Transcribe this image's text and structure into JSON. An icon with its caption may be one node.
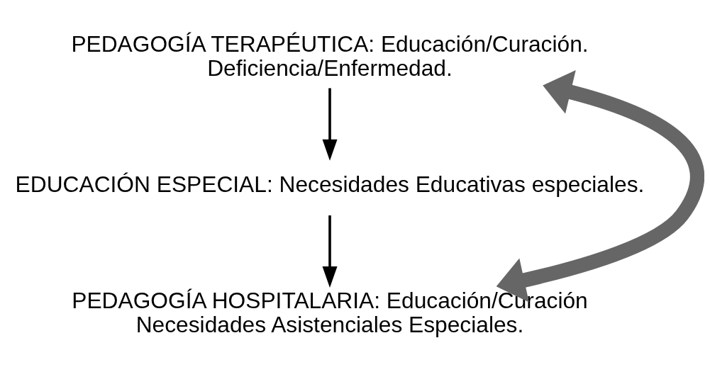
{
  "diagram": {
    "nodes": [
      {
        "text": [
          "PEDAGOGÍA TERAPÉUTICA: Educación/Curación.",
          "Deficiencia/Enfermedad."
        ]
      },
      {
        "text": [
          "EDUCACIÓN ESPECIAL: Necesidades Educativas especiales."
        ]
      },
      {
        "text": [
          "PEDAGOGÍA HOSPITALARIA: Educación/Curación",
          "Necesidades Asistenciales Especiales."
        ]
      }
    ],
    "edges": [
      {
        "from": 0,
        "to": 1,
        "arrow": "to"
      },
      {
        "from": 1,
        "to": 2,
        "arrow": "to"
      },
      {
        "from": 0,
        "to": 2,
        "arrow": "both",
        "style": "thick",
        "color": "#666666"
      }
    ]
  }
}
